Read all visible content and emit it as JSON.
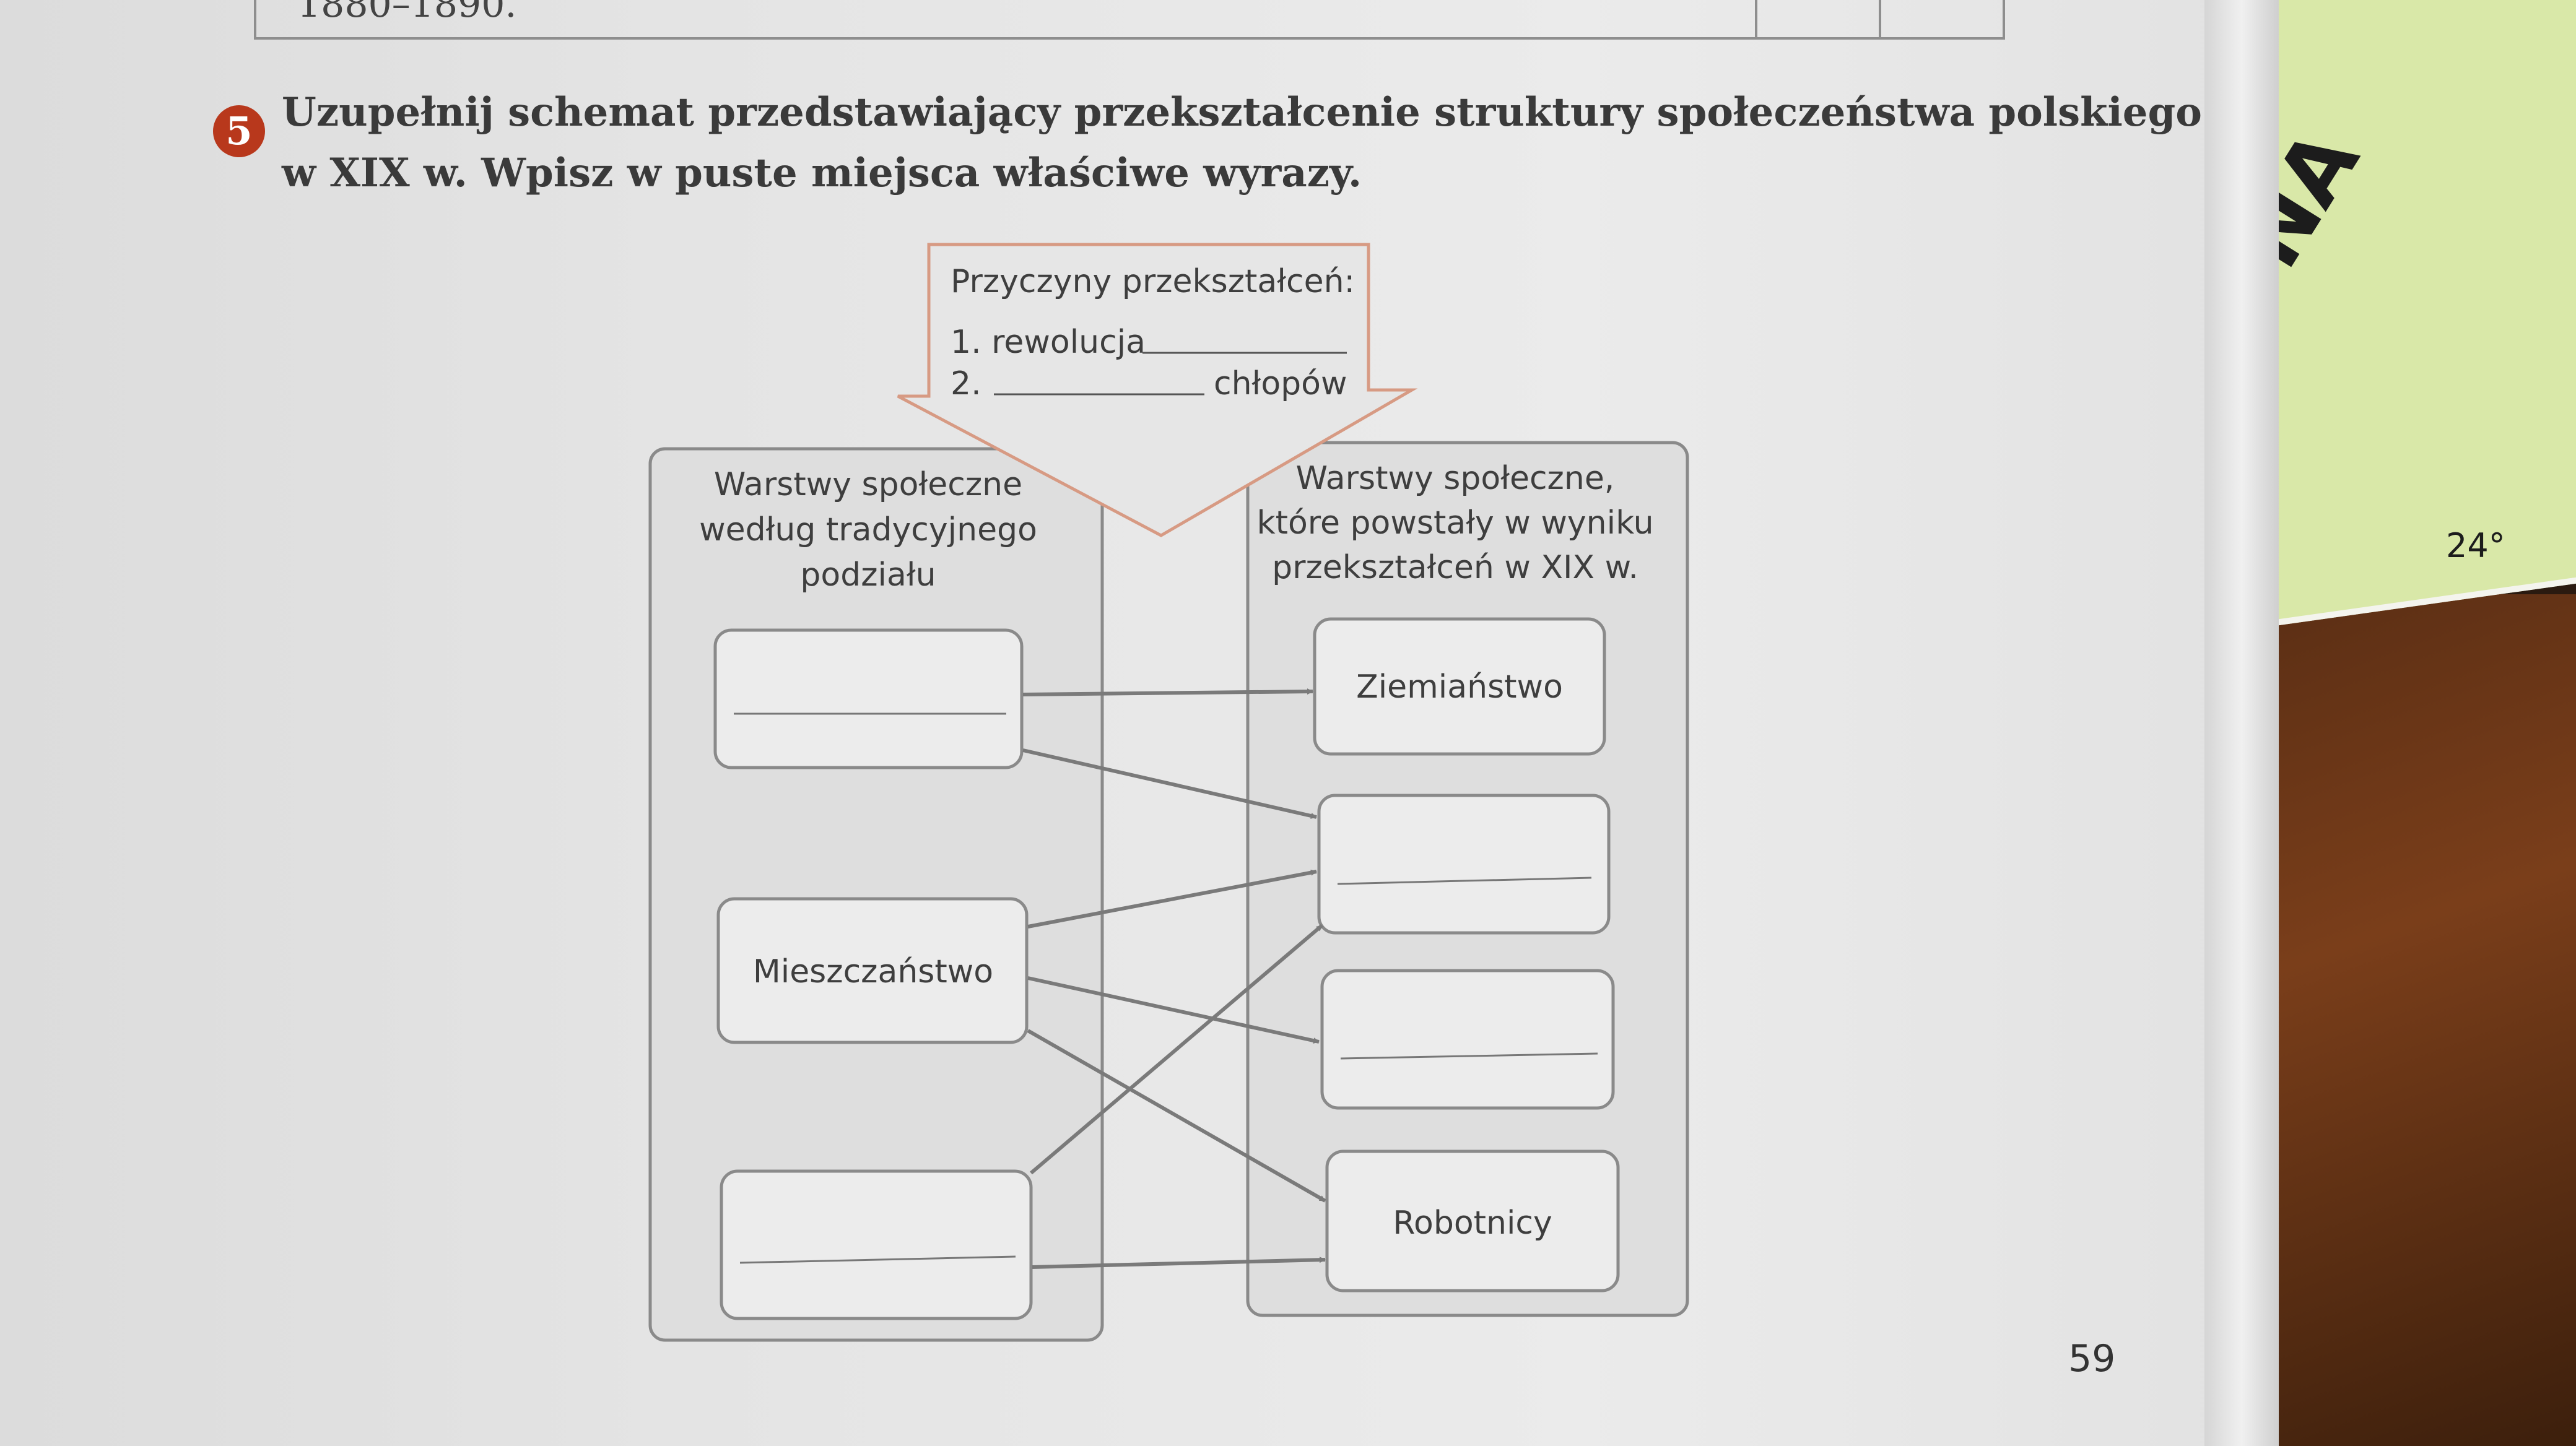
{
  "previous_row": {
    "years": "1880–1890."
  },
  "exercise": {
    "number": "5",
    "instruction_line1": "Uzupełnij schemat przedstawiający przekształcenie struktury społeczeństwa polskiego",
    "instruction_line2": "w XIX w. Wpisz w puste miejsca właściwe wyrazy."
  },
  "causes": {
    "title": "Przyczyny przekształceń:",
    "item1_prefix": "1. rewolucja",
    "item2_number": "2.",
    "item2_suffix": "chłopów"
  },
  "left_column": {
    "header_line1": "Warstwy społeczne",
    "header_line2": "według tradycyjnego",
    "header_line3": "podziału",
    "boxes": [
      "",
      "Mieszczaństwo",
      ""
    ]
  },
  "right_column": {
    "header_line1": "Warstwy społeczne,",
    "header_line2": "które powstały w wyniku",
    "header_line3": "przekształceń w XIX w.",
    "boxes": [
      "Ziemiaństwo",
      "",
      "",
      "Robotnicy"
    ]
  },
  "page_number": "59",
  "map_fragment": {
    "label": "NA",
    "degree": "24°"
  },
  "colors": {
    "diagram_stroke": "#7a7a7a",
    "arrow_outline": "#d79a83",
    "badge": "#b8381c"
  }
}
